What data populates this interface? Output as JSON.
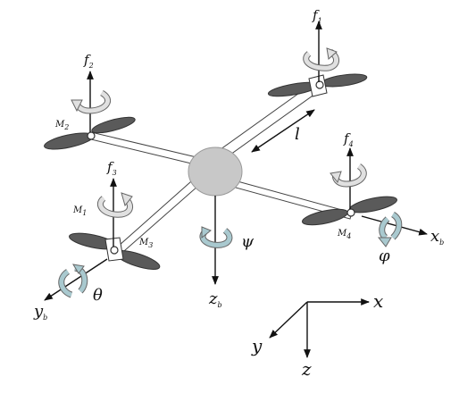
{
  "labels": {
    "f1": {
      "base": "f",
      "sub": "1"
    },
    "f2": {
      "base": "f",
      "sub": "2"
    },
    "f3": {
      "base": "f",
      "sub": "3"
    },
    "f4": {
      "base": "f",
      "sub": "4"
    },
    "M1": {
      "base": "M",
      "sub": "1"
    },
    "M2": {
      "base": "M",
      "sub": "2"
    },
    "M3": {
      "base": "M",
      "sub": "3"
    },
    "M4": {
      "base": "M",
      "sub": "4"
    },
    "l": "l",
    "psi": "ψ",
    "phi": "φ",
    "theta": "θ",
    "xb": {
      "base": "x",
      "sub": "b"
    },
    "yb": {
      "base": "y",
      "sub": "b"
    },
    "zb": {
      "base": "z",
      "sub": "b"
    },
    "x": "x",
    "y": "y",
    "z": "z"
  },
  "colors": {
    "body": "#c8c8c8",
    "blade": "#5a5a5a",
    "rotation_arrow_gray": "#e0e0e0",
    "rotation_arrow_blue": "#a9c9cf",
    "line": "#111111"
  }
}
